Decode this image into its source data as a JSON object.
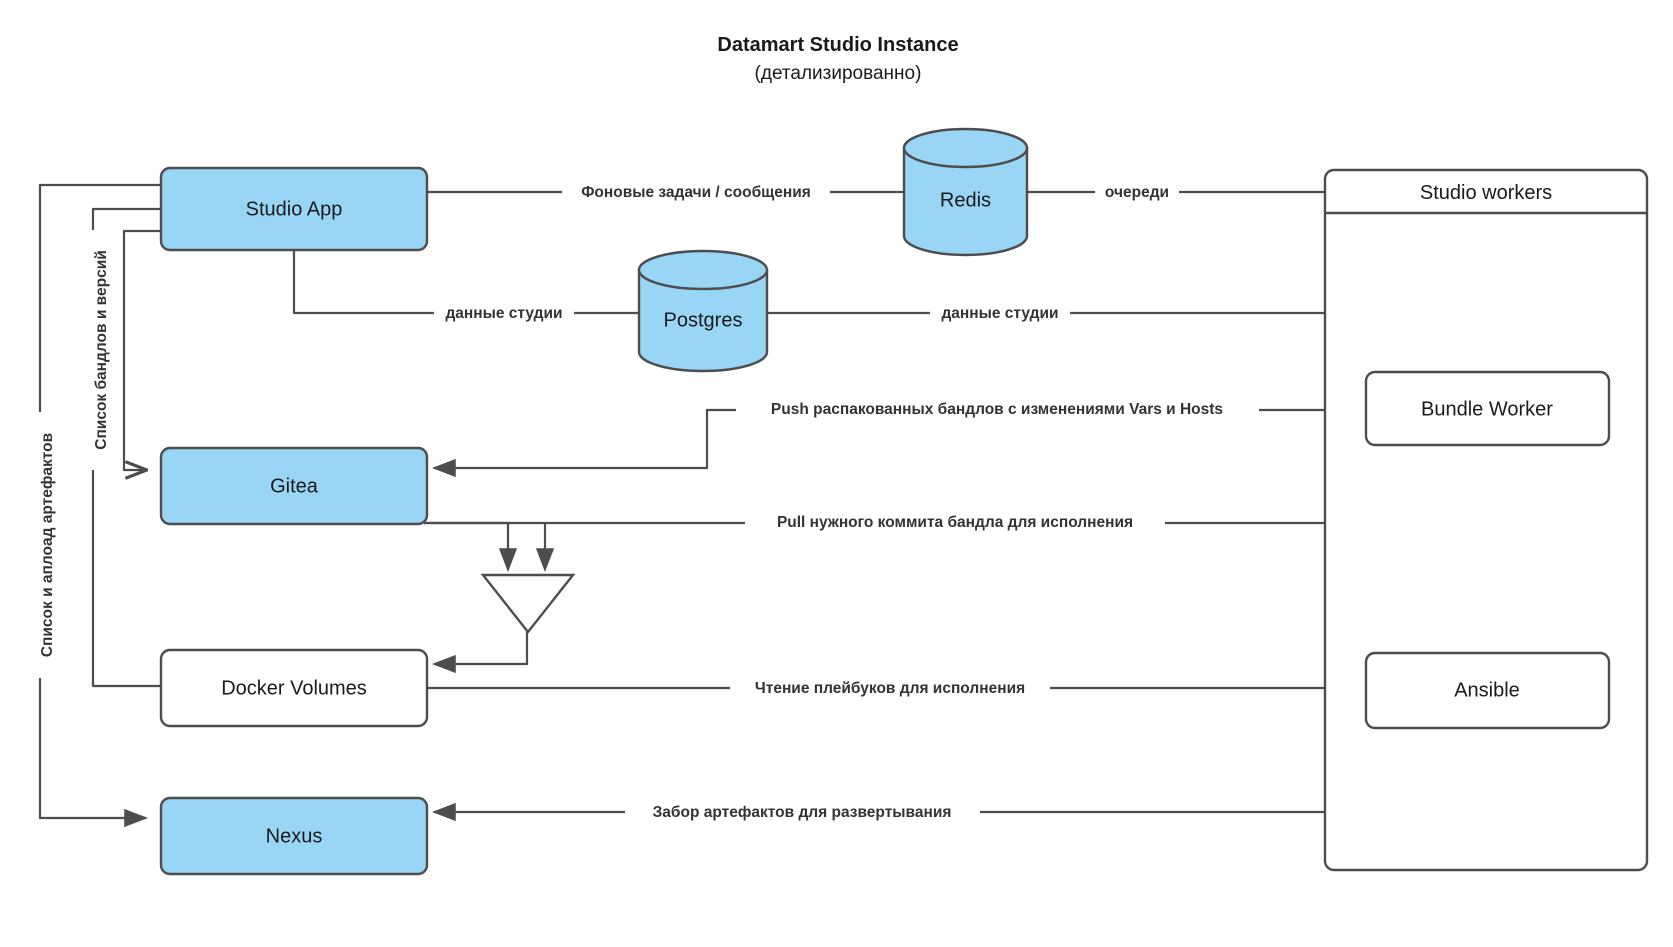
{
  "title": {
    "main": "Datamart Studio Instance",
    "sub": "(детализированно)"
  },
  "nodes": {
    "studio_app": {
      "label": "Studio App",
      "shape": "rounded-rect",
      "fill": "#99D6F5"
    },
    "gitea": {
      "label": "Gitea",
      "shape": "rounded-rect",
      "fill": "#99D6F5"
    },
    "docker_volumes": {
      "label": "Docker Volumes",
      "shape": "rounded-rect",
      "fill": "#FFFFFF"
    },
    "nexus": {
      "label": "Nexus",
      "shape": "rounded-rect",
      "fill": "#99D6F5"
    },
    "redis": {
      "label": "Redis",
      "shape": "cylinder",
      "fill": "#99D6F5"
    },
    "postgres": {
      "label": "Postgres",
      "shape": "cylinder",
      "fill": "#99D6F5"
    },
    "studio_workers": {
      "label": "Studio workers",
      "shape": "container",
      "fill": "#FFFFFF"
    },
    "bundle_worker": {
      "label": "Bundle Worker",
      "shape": "rounded-rect",
      "fill": "#FFFFFF"
    },
    "ansible": {
      "label": "Ansible",
      "shape": "rounded-rect",
      "fill": "#FFFFFF"
    },
    "merge_junction": {
      "label": "",
      "shape": "triangle-down",
      "fill": "#FFFFFF"
    }
  },
  "edges": [
    {
      "id": "e1",
      "label": "Фоновые задачи / сообщения",
      "from": "studio_app",
      "to": "redis"
    },
    {
      "id": "e2",
      "label": "очереди",
      "from": "redis",
      "to": "studio_workers"
    },
    {
      "id": "e3",
      "label": "данные студии",
      "from": "studio_app",
      "to": "postgres"
    },
    {
      "id": "e4",
      "label": "данные студии",
      "from": "postgres",
      "to": "studio_workers"
    },
    {
      "id": "e5",
      "label": "Push распакованных бандлов с изменениями Vars и Hosts",
      "from": "bundle_worker",
      "to": "gitea"
    },
    {
      "id": "e6",
      "label": "Pull нужного коммита бандла для исполнения",
      "from": "gitea",
      "to": "bundle_worker"
    },
    {
      "id": "e7",
      "label": "Чтение плейбуков для исполнения",
      "from": "docker_volumes",
      "to": "ansible"
    },
    {
      "id": "e8",
      "label": "Забор артефактов для развертывания",
      "from": "ansible",
      "to": "nexus"
    },
    {
      "id": "e9",
      "label": "Список бандлов и версий",
      "from": "studio_app",
      "to": "gitea",
      "orientation": "vertical"
    },
    {
      "id": "e10",
      "label": "Список и аплоад артефактов",
      "from": "studio_app",
      "to": "nexus",
      "orientation": "vertical"
    }
  ],
  "colors": {
    "node_blue": "#99D6F5",
    "node_white": "#FFFFFF",
    "stroke": "#4D4D4D",
    "text": "#1A1A1A",
    "label_text": "#333333",
    "background": "#FFFFFF"
  }
}
